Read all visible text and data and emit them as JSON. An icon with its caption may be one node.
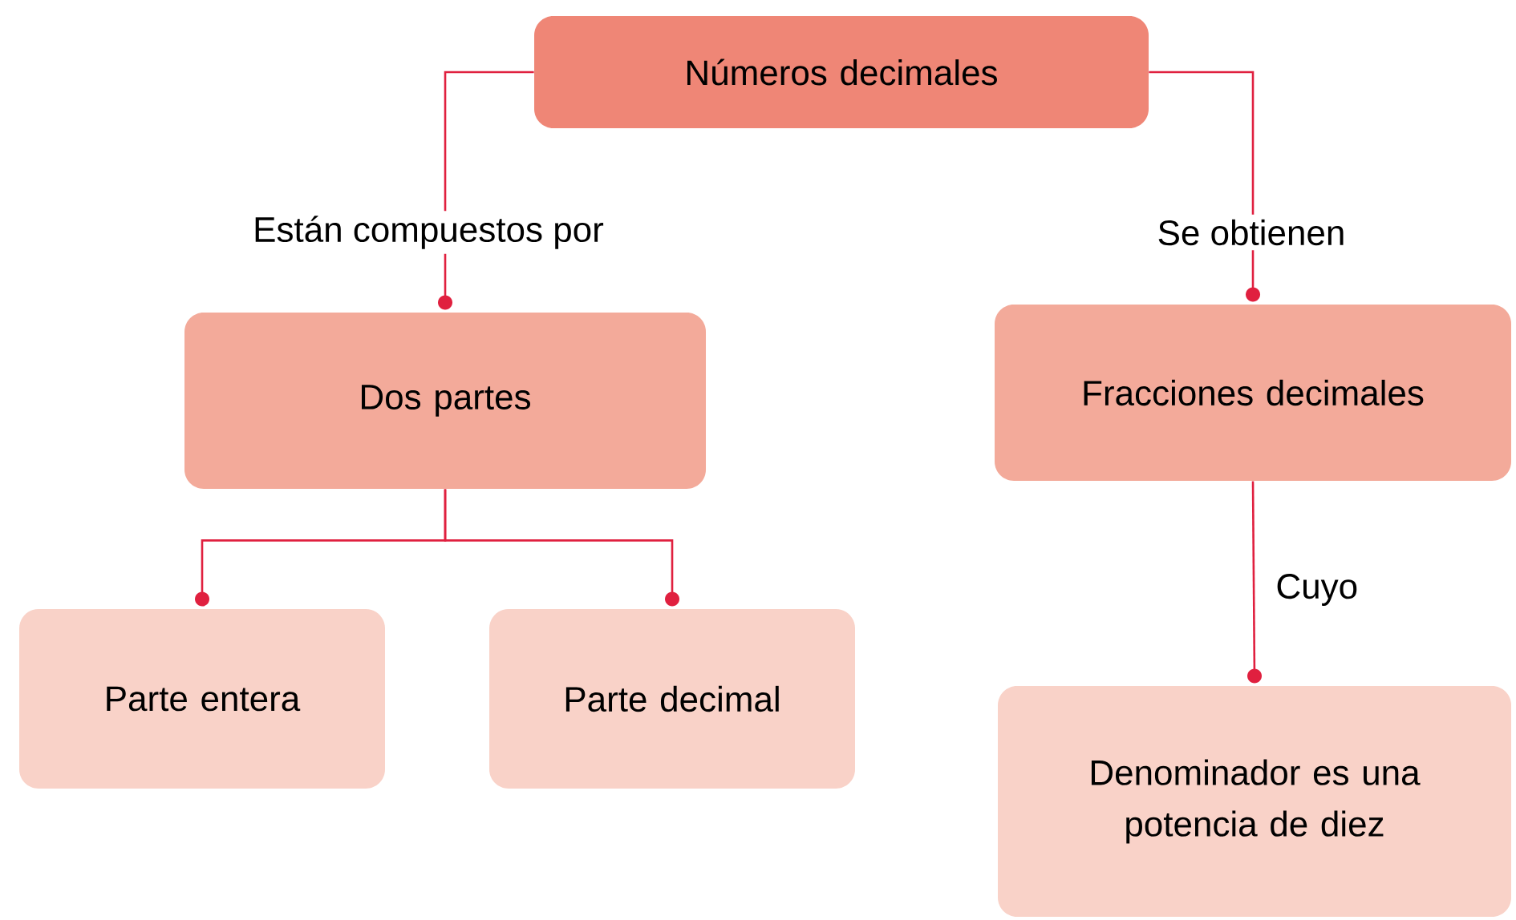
{
  "diagram": {
    "nodes": [
      {
        "text": [
          "Números decimales"
        ]
      },
      {
        "text": [
          "Dos partes"
        ]
      },
      {
        "text": [
          "Fracciones decimales"
        ]
      },
      {
        "text": [
          "Parte entera"
        ]
      },
      {
        "text": [
          "Parte decimal"
        ]
      },
      {
        "text": [
          "Denominador es una potencia de diez"
        ]
      }
    ],
    "edges": [
      {
        "from": 0,
        "to": 1,
        "arrow": "other",
        "label": "Están compuestos por"
      },
      {
        "from": 0,
        "to": 2,
        "arrow": "other",
        "label": "Se obtienen"
      },
      {
        "from": 1,
        "to": 3,
        "arrow": "other"
      },
      {
        "from": 1,
        "to": 4,
        "arrow": "other"
      },
      {
        "from": 2,
        "to": 5,
        "arrow": "other",
        "label": "Cuyo"
      }
    ]
  }
}
